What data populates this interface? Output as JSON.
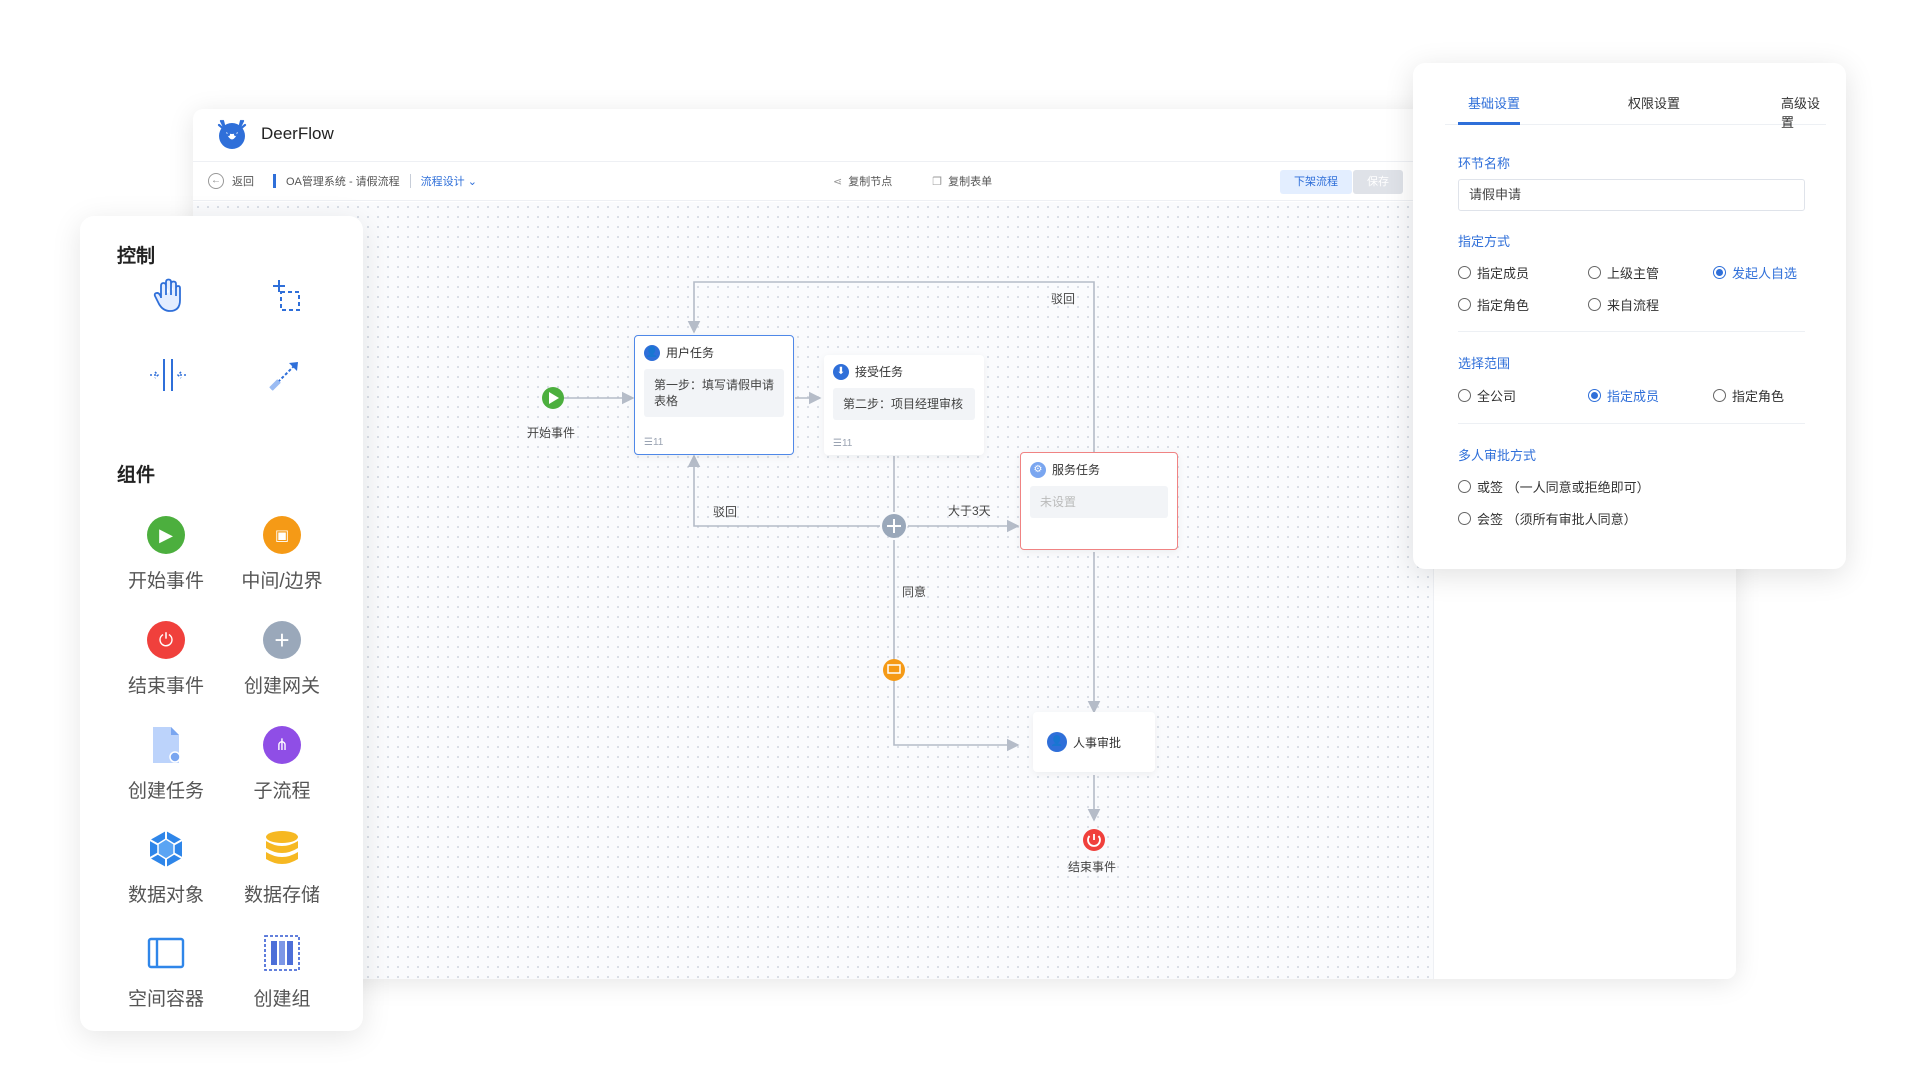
{
  "app": {
    "title": "DeerFlow"
  },
  "toolbar": {
    "back_label": "返回",
    "breadcrumb": "OA管理系统 - 请假流程",
    "mode": "流程设计 ⌄",
    "copy_node": "复制节点",
    "copy_form": "复制表单",
    "publish": "下架流程",
    "save": "保存"
  },
  "flow": {
    "start_label": "开始事件",
    "end_label": "结束事件",
    "user_task": {
      "title": "用户任务",
      "body": "第一步：填写请假申请表格",
      "foot": "☰11"
    },
    "accept_task": {
      "title": "接受任务",
      "body": "第二步：项目经理审核",
      "foot": "☰11"
    },
    "service_task": {
      "title": "服务任务",
      "body": "未设置"
    },
    "hr_task": {
      "title": "人事审批"
    },
    "edge_reject_top": "驳回",
    "edge_reject_bottom": "驳回",
    "edge_over3": "大于3天",
    "edge_agree": "同意"
  },
  "left_panel": {
    "control_title": "控制",
    "component_title": "组件",
    "tools": [
      "hand-icon",
      "select-icon",
      "split-icon",
      "connect-icon"
    ],
    "components": [
      {
        "label": "开始事件",
        "icon": "start-event-icon",
        "color": "#4caf3e"
      },
      {
        "label": "中间/边界",
        "icon": "intermediate-event-icon",
        "color": "#f59a16"
      },
      {
        "label": "结束事件",
        "icon": "end-event-icon",
        "color": "#f0403c"
      },
      {
        "label": "创建网关",
        "icon": "gateway-icon",
        "color": "#9aa8ba"
      },
      {
        "label": "创建任务",
        "icon": "task-icon",
        "color": "#7aa6f0"
      },
      {
        "label": "子流程",
        "icon": "subprocess-icon",
        "color": "#8f4ee6"
      },
      {
        "label": "数据对象",
        "icon": "data-object-icon",
        "color": "#2f86e9"
      },
      {
        "label": "数据存储",
        "icon": "data-store-icon",
        "color": "#f6b822"
      },
      {
        "label": "空间容器",
        "icon": "pool-icon",
        "color": "#2f86e9"
      },
      {
        "label": "创建组",
        "icon": "group-icon",
        "color": "#4d6fd8"
      }
    ]
  },
  "settings": {
    "tabs": [
      "基础设置",
      "权限设置",
      "高级设置"
    ],
    "node_name_label": "环节名称",
    "node_name_value": "请假申请",
    "assign_label": "指定方式",
    "assign_options": [
      "指定成员",
      "上级主管",
      "发起人自选",
      "指定角色",
      "来自流程"
    ],
    "assign_selected": "发起人自选",
    "scope_label": "选择范围",
    "scope_options": [
      "全公司",
      "指定成员",
      "指定角色"
    ],
    "scope_selected": "指定成员",
    "multi_label": "多人审批方式",
    "multi_options": [
      "或签 （一人同意或拒绝即可）",
      "会签 （须所有审批人同意）"
    ]
  },
  "colors": {
    "accent": "#2f6fd9",
    "danger": "#f0403c",
    "start": "#4caf3e",
    "warn": "#f59a16"
  }
}
